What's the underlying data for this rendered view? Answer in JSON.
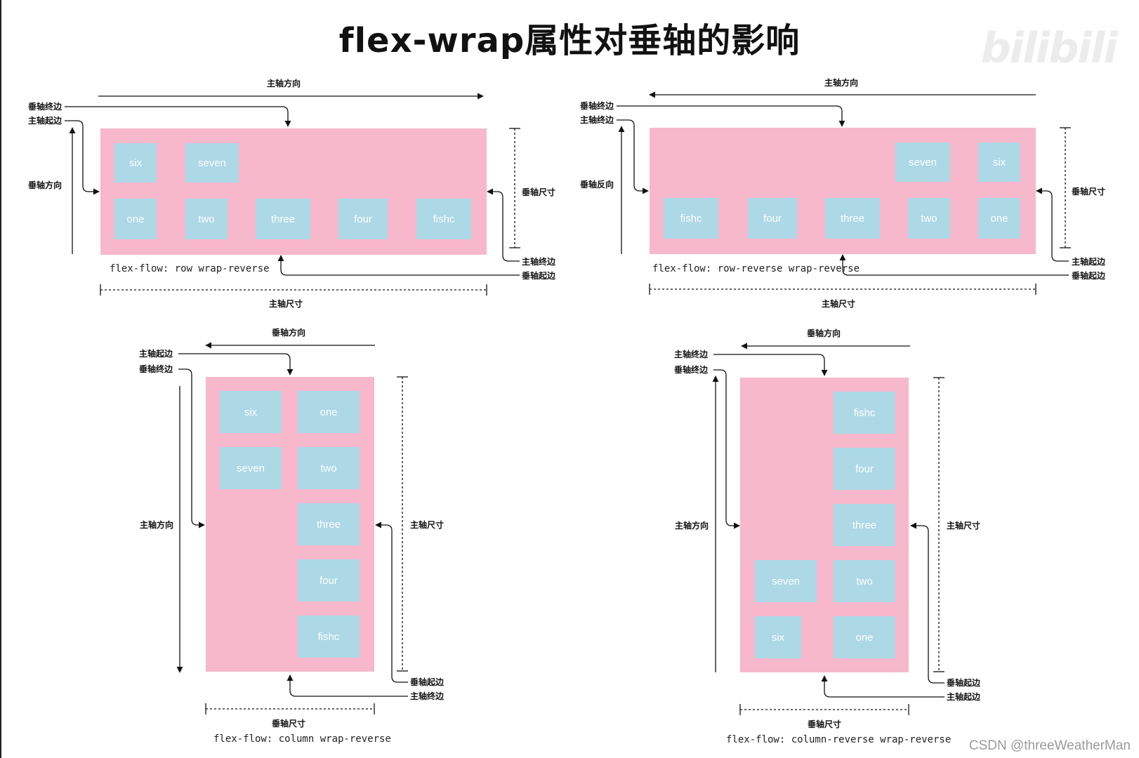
{
  "title": "flex-wrap属性对垂轴的影响",
  "watermark": "bilibili",
  "credit": "CSDN @threeWeatherMan",
  "diagrams": [
    {
      "flow": "flex-flow: row wrap-reverse",
      "labels": {
        "main_dir": "主轴方向",
        "cross_end": "垂轴终边",
        "main_start": "主轴起边",
        "cross_dir": "垂轴方向",
        "cross_size": "垂轴尺寸",
        "main_end": "主轴终边",
        "cross_start": "垂轴起边",
        "main_size": "主轴尺寸"
      },
      "items": [
        "six",
        "seven",
        "one",
        "two",
        "three",
        "four",
        "fishc"
      ]
    },
    {
      "flow": "flex-flow: row-reverse wrap-reverse",
      "labels": {
        "main_dir": "主轴方向",
        "cross_end": "垂轴终边",
        "main_end": "主轴终边",
        "cross_rev": "垂轴反向",
        "cross_size": "垂轴尺寸",
        "main_start": "主轴起边",
        "cross_start": "垂轴起边",
        "main_size": "主轴尺寸"
      },
      "items": [
        "seven",
        "six",
        "fishc",
        "four",
        "three",
        "two",
        "one"
      ]
    },
    {
      "flow": "flex-flow: column wrap-reverse",
      "labels": {
        "cross_dir": "垂轴方向",
        "main_start": "主轴起边",
        "cross_end": "垂轴终边",
        "main_dir": "主轴方向",
        "main_size": "主轴尺寸",
        "cross_start": "垂轴起边",
        "main_end": "主轴终边",
        "cross_size": "垂轴尺寸"
      },
      "items": [
        "six",
        "seven",
        "one",
        "two",
        "three",
        "four",
        "fishc"
      ]
    },
    {
      "flow": "flex-flow: column-reverse wrap-reverse",
      "labels": {
        "cross_dir": "垂轴方向",
        "main_end": "主轴终边",
        "cross_end": "垂轴终边",
        "main_dir": "主轴方向",
        "main_size": "主轴尺寸",
        "cross_start": "垂轴起边",
        "main_start": "主轴起边",
        "cross_size": "垂轴尺寸"
      },
      "items": [
        "fishc",
        "four",
        "three",
        "seven",
        "two",
        "six",
        "one"
      ]
    }
  ]
}
